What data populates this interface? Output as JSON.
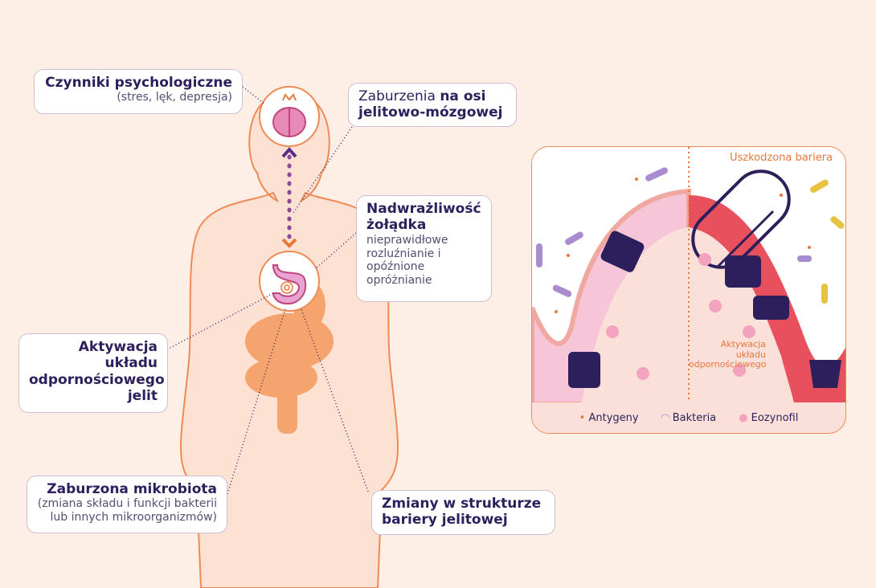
{
  "labels": {
    "psych_title": "Czynniki psychologiczne",
    "psych_sub": "(stres, lęk, depresja)",
    "axis_normal": "Zaburzenia ",
    "axis_bold1": "na osi",
    "axis_bold2": "jelitowo-mózgowej",
    "stomach_title1": "Nadwrażliwość",
    "stomach_title2": "żołądka",
    "stomach_sub": [
      "nieprawidłowe",
      "rozluźnianie i",
      "opóźnione",
      "opróżnianie"
    ],
    "immune": [
      "Aktywacja",
      "układu",
      "odpornościowego",
      "jelit"
    ],
    "microbiota_title": "Zaburzona mikrobiota",
    "microbiota_sub": [
      "(zmiana składu i funkcji bakterii",
      "lub innych mikroorganizmów)"
    ],
    "barrier": [
      "Zmiany w strukturze",
      "bariery jelitowej"
    ]
  },
  "inset": {
    "damaged_label": "Uszkodzona bariera",
    "immune_label": [
      "Aktywacja",
      "układu",
      "odpornościowego"
    ],
    "legend": [
      {
        "label": "Antygeny",
        "icon": "antigen-dots-icon"
      },
      {
        "label": "Bakteria",
        "icon": "bacteria-icon"
      },
      {
        "label": "Eozynofil",
        "icon": "eosinophil-icon"
      }
    ]
  },
  "colors": {
    "accent": "#e8773a",
    "text": "#2d1f5c",
    "background": "#fdeee6"
  }
}
